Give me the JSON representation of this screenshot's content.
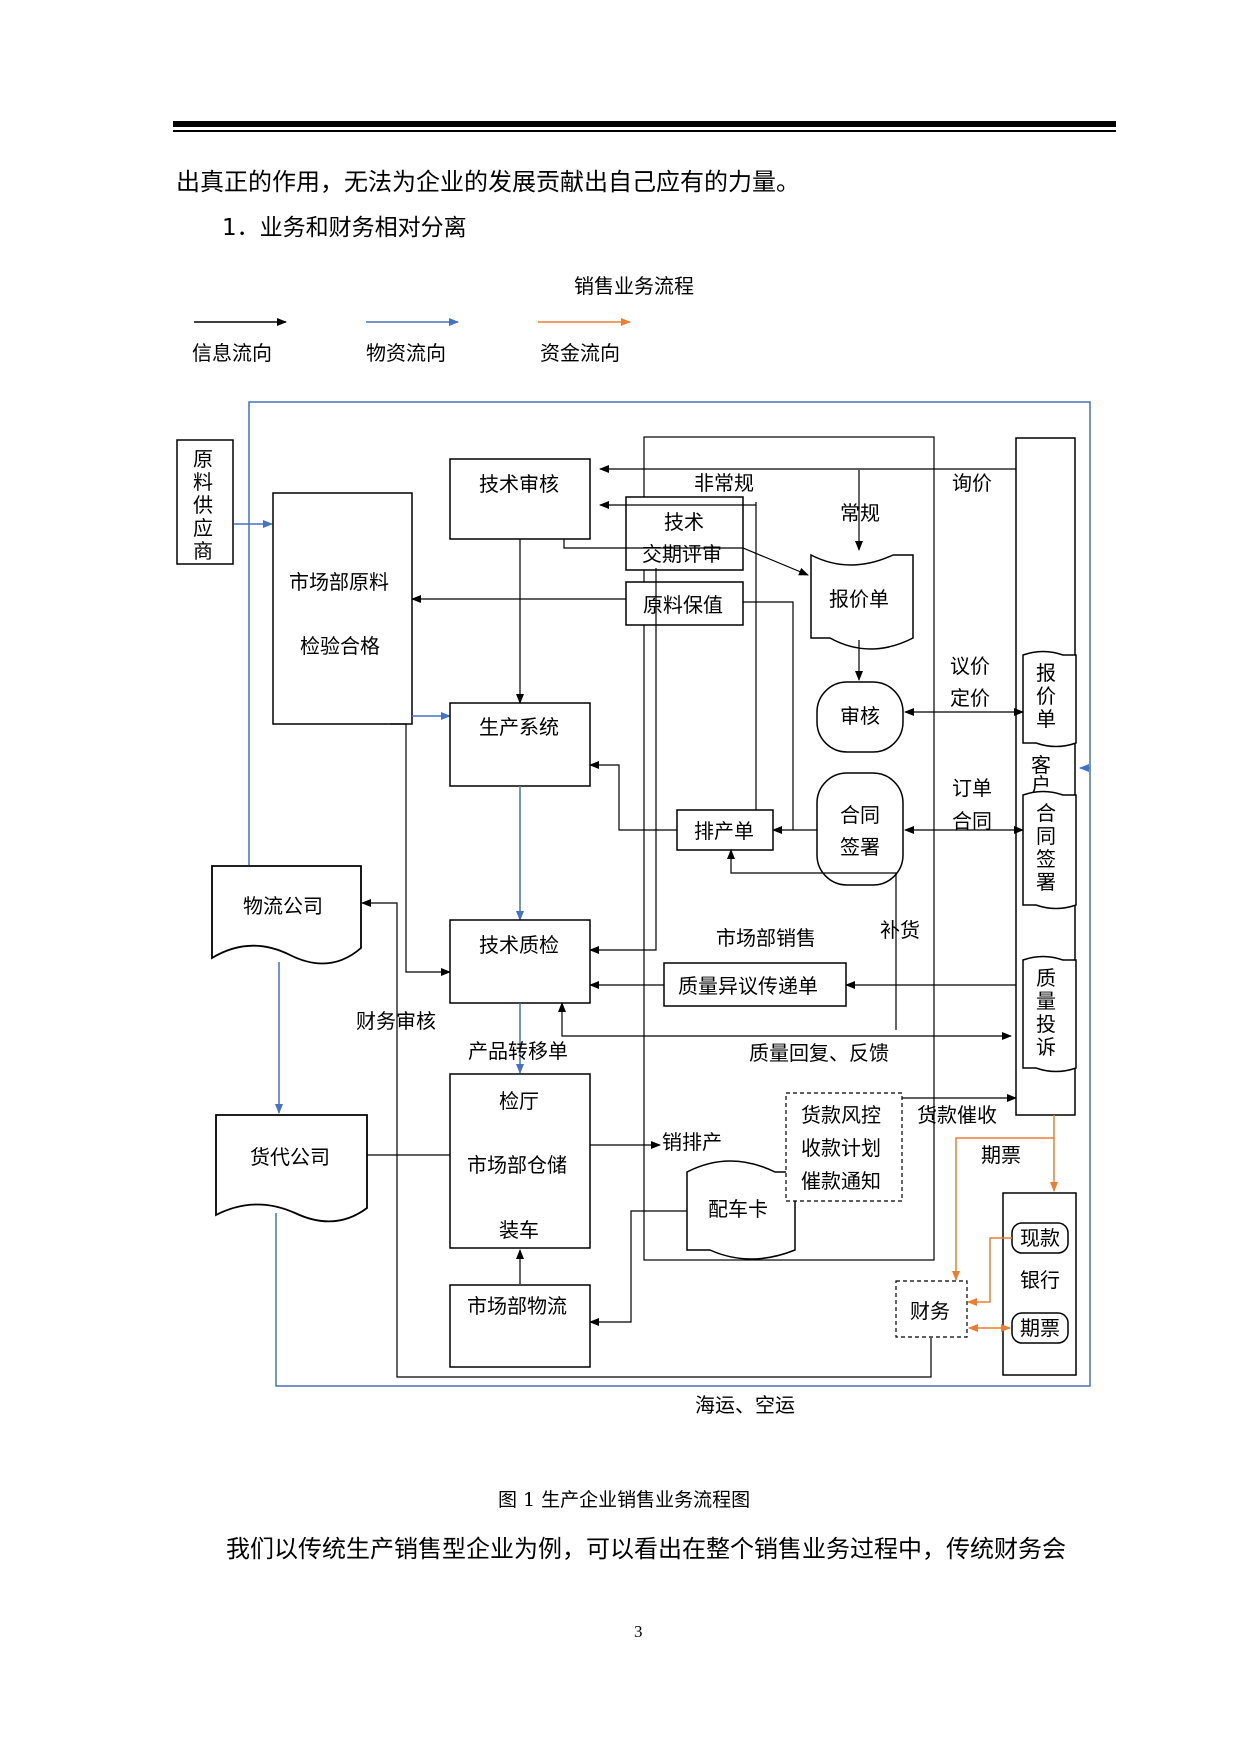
{
  "header": {
    "text_top": "出真正的作用，无法为企业的发展贡献出自己应有的力量。"
  },
  "section": {
    "heading": "1．业务和财务相对分离"
  },
  "figure": {
    "title": "销售业务流程",
    "legend": {
      "info": "信息流向",
      "material": "物资流向",
      "capital": "资金流向"
    },
    "colors": {
      "info": "#000000",
      "material": "#4472C4",
      "capital": "#ED7D31"
    },
    "nodes": {
      "supplier": [
        "原",
        "料",
        "供",
        "应",
        "商"
      ],
      "raw_check": [
        "市场部原料",
        "检验合格"
      ],
      "tech_review": "技术审核",
      "tech_delivery": [
        "技术",
        "交期评审"
      ],
      "raw_value": "原料保值",
      "quote": "报价单",
      "audit": "审核",
      "contract": [
        "合同",
        "签署"
      ],
      "production": "生产系统",
      "schedule": "排产单",
      "logistics_co": "物流公司",
      "tech_qc": "技术质检",
      "quality_notice": "质量异议传递单",
      "forwarder": "货代公司",
      "warehouse": [
        "检厅",
        "市场部仓储",
        "装车"
      ],
      "truck_card": "配车卡",
      "risk": [
        "货款风控",
        "收款计划",
        "催款通知"
      ],
      "mkt_logistics": "市场部物流",
      "finance": "财务",
      "customer": [
        "客",
        "户"
      ],
      "cust_quote": [
        "报",
        "价",
        "单"
      ],
      "cust_contract": [
        "合",
        "同",
        "签",
        "署"
      ],
      "cust_complaint": [
        "质",
        "量",
        "投",
        "诉"
      ],
      "bank": "银行",
      "cash": "现款",
      "futures": "期票"
    },
    "labels": {
      "irregular": "非常规",
      "inquiry": "询价",
      "regular": "常规",
      "negotiate": "议价",
      "pricing": "定价",
      "order": "订单",
      "contract": "合同",
      "replenish": "补货",
      "market_sales": "市场部销售",
      "finance_audit": "财务审核",
      "transfer_order": "产品转移单",
      "quality_feedback": "质量回复、反馈",
      "payment_collection": "货款催收",
      "futures_note": "期票",
      "sales_schedule": "销排产",
      "shipping": "海运、空运"
    },
    "caption": "图 1  生产企业销售业务流程图"
  },
  "body": {
    "text_bottom": "我们以传统生产销售型企业为例，可以看出在整个销售业务过程中，传统财务会"
  },
  "footer": {
    "page_number": "3"
  }
}
